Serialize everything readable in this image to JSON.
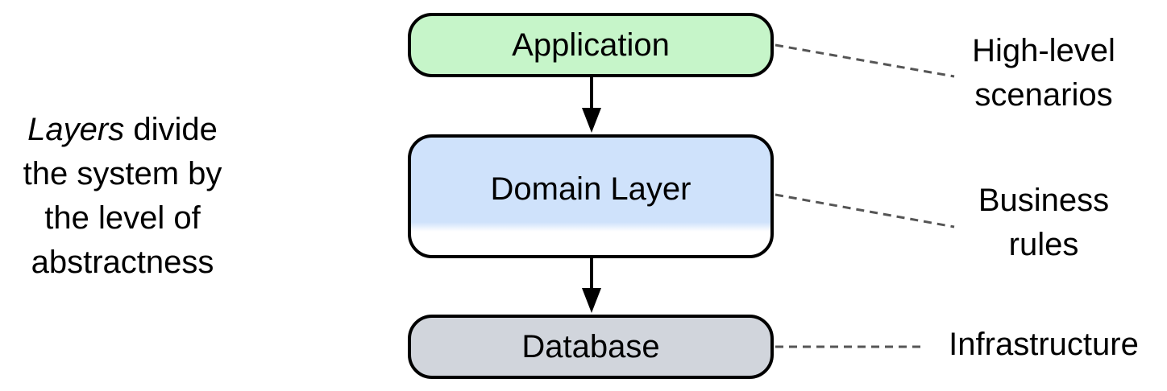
{
  "caption": {
    "emphasis": "Layers",
    "line1_rest": " divide",
    "line2": "the system by",
    "line3": "the level of",
    "line4": "abstractness"
  },
  "layers": [
    {
      "label": "Application",
      "note_lines": [
        "High-level",
        "scenarios"
      ]
    },
    {
      "label": "Domain Layer",
      "note_lines": [
        "Business",
        "rules"
      ]
    },
    {
      "label": "Database",
      "note_lines": [
        "Infrastructure"
      ]
    }
  ],
  "colors": {
    "application_fill": "#c6f5c9",
    "domain_fill": "#cfe2fb",
    "database_fill": "#d1d5dc",
    "stroke": "#000000",
    "dashed_line": "#555555"
  }
}
